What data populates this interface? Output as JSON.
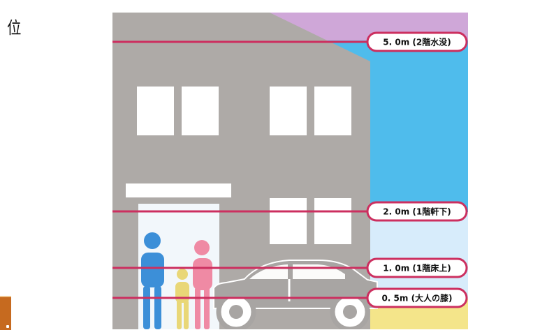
{
  "fragment_text": "位",
  "levels": [
    {
      "label": "5. 0m (2階水没)",
      "depth_m": 5.0
    },
    {
      "label": "2. 0m (1階軒下)",
      "depth_m": 2.0
    },
    {
      "label": "1. 0m (1階床上)",
      "depth_m": 1.0
    },
    {
      "label": "0. 5m (大人の膝)",
      "depth_m": 0.5
    }
  ],
  "colors": {
    "sky": "#cfa7d8",
    "deep_water": "#4fbcec",
    "shallow_water": "#d7ecfb",
    "ground": "#f4e58a",
    "house": "#aeaaa7",
    "window": "#ffffff",
    "line": "#cc2f5f",
    "adult_male": "#3c8fd8",
    "child": "#e9d777",
    "adult_female": "#ef8aa4",
    "car": "#a8a5a3"
  }
}
